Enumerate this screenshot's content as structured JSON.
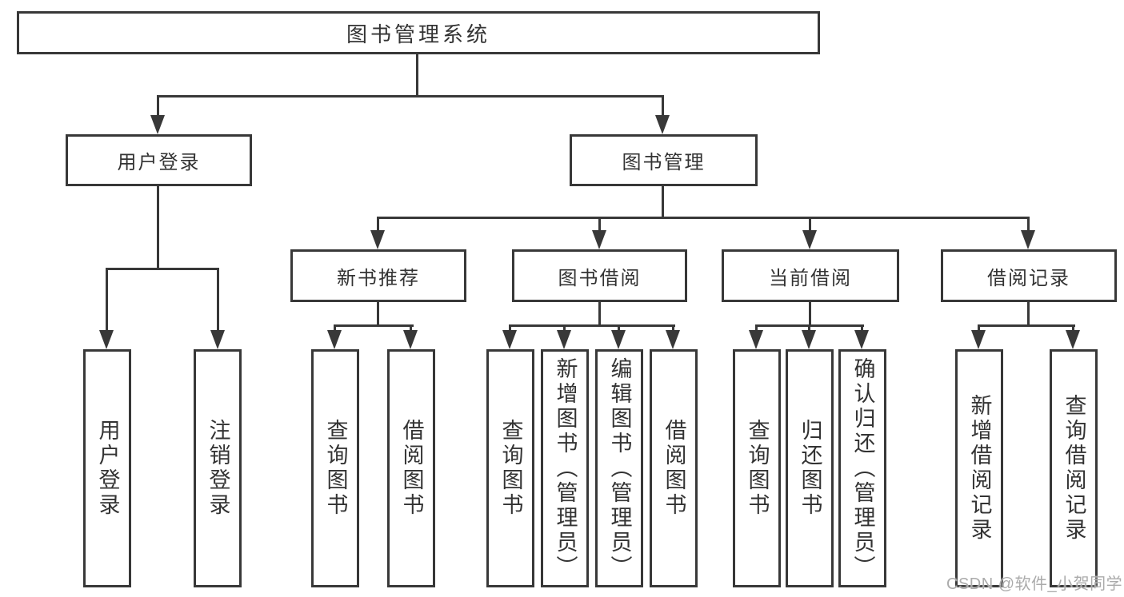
{
  "diagram": {
    "type": "org-tree",
    "watermark": "CSDN @软件_小贺同学",
    "colors": {
      "line": "#383838",
      "text": "#333333",
      "box_fill": "#ffffff",
      "watermark": "#ababab",
      "background": "#ffffff"
    },
    "tree": {
      "label": "图书管理系统",
      "children": [
        {
          "label": "用户登录",
          "children": [
            {
              "label": "用户登录"
            },
            {
              "label": "注销登录"
            }
          ]
        },
        {
          "label": "图书管理",
          "children": [
            {
              "label": "新书推荐",
              "children": [
                {
                  "label": "查询图书"
                },
                {
                  "label": "借阅图书"
                }
              ]
            },
            {
              "label": "图书借阅",
              "children": [
                {
                  "label": "查询图书"
                },
                {
                  "label": "新增图书（管理员）"
                },
                {
                  "label": "编辑图书（管理员）"
                },
                {
                  "label": "借阅图书"
                }
              ]
            },
            {
              "label": "当前借阅",
              "children": [
                {
                  "label": "查询图书"
                },
                {
                  "label": "归还图书"
                },
                {
                  "label": "确认归还（管理员）"
                }
              ]
            },
            {
              "label": "借阅记录",
              "children": [
                {
                  "label": "新增借阅记录"
                },
                {
                  "label": "查询借阅记录"
                }
              ]
            }
          ]
        }
      ]
    }
  }
}
